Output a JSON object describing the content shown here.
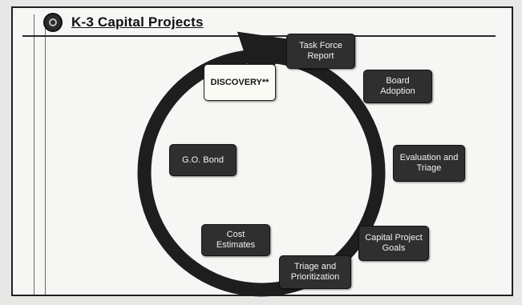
{
  "header": {
    "title": "K-3 Capital Projects",
    "seal_icon": "district-seal-icon"
  },
  "cycle": {
    "nodes": [
      {
        "label": "Task Force\nReport"
      },
      {
        "label": "Board\nAdoption"
      },
      {
        "label": "Evaluation and\nTriage"
      },
      {
        "label": "Capital Project\nGoals"
      },
      {
        "label": "Triage and\nPrioritization"
      },
      {
        "label": "Cost\nEstimates"
      },
      {
        "label": "G.O. Bond"
      },
      {
        "label": "DISCOVERY**"
      }
    ],
    "ring_color": "#1e1e1e",
    "node_color": "#2f2f2f",
    "highlight_color": "#fbfbf6"
  }
}
